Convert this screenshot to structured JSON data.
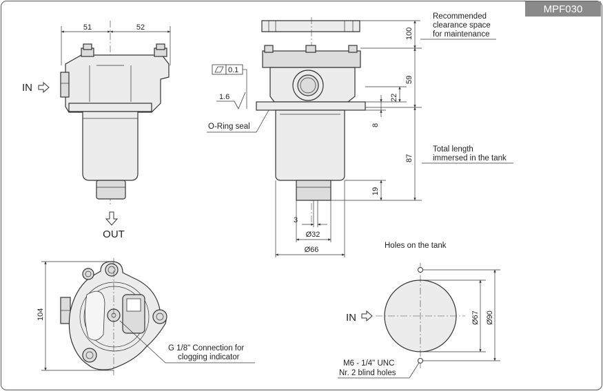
{
  "model_code": "MPF030",
  "colors": {
    "code_box": "#8a8a8a",
    "body_fill": "#ececec",
    "line": "#333333"
  },
  "front_view": {
    "dim_left": "51",
    "dim_right": "52",
    "in_label": "IN",
    "out_label": "OUT"
  },
  "side_view": {
    "clearance_text_line1": "Recommended",
    "clearance_text_line2": "clearance space",
    "clearance_text_line3": "for maintenance",
    "dim_100": "100",
    "dim_59": "59",
    "dim_22": "22",
    "dim_8": "8",
    "dim_87": "87",
    "dim_19": "19",
    "dim_3": "3",
    "dim_d32": "Ø32",
    "dim_d66": "Ø66",
    "flatness_value": "0.1",
    "roughness_value": "1.6",
    "oring_label": "O-Ring seal",
    "immersed_line1": "Total length",
    "immersed_line2": "immersed in the tank"
  },
  "top_view": {
    "dim_104": "104",
    "connection_line1": "G 1/8\" Connection for",
    "connection_line2": "clogging indicator"
  },
  "tank_holes": {
    "title": "Holes on the tank",
    "in_label": "IN",
    "dim_d67": "Ø67",
    "dim_d90": "Ø90",
    "screw_line1": "M6 - 1/4\" UNC",
    "screw_line2": "Nr. 2 blind holes"
  }
}
